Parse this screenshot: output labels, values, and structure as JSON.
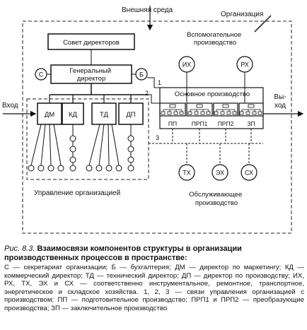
{
  "diagram": {
    "external_env": "Внешняя среда",
    "organization": "Организация",
    "board": "Совет директоров",
    "general_director": "Генеральный директор",
    "secretariat": "С",
    "accounting": "Б",
    "input": "Вход",
    "output": "Вы-ход",
    "auxiliary_production": "Вспомогательное производство",
    "main_production": "Основное производство",
    "management": "Управление организацией",
    "service_production": "Обслуживающее производство",
    "directors": [
      "ДМ",
      "КД",
      "ТД",
      "ДП"
    ],
    "stages": [
      "ПП",
      "ПРП1",
      "ПРП2",
      "ЗП"
    ],
    "aux_units": [
      "ИХ",
      "РХ"
    ],
    "service_units": [
      "ТХ",
      "ЭХ",
      "СХ"
    ],
    "links": [
      "1",
      "2",
      "3"
    ]
  },
  "caption": {
    "figure_no": "Рис. 8.3.",
    "title": "Взаимосвязи компонентов структуры в организации производственных процессов в пространстве:",
    "legend": "С — секретариат организации; Б — бухгалтерия; ДМ — директор по маркетингу; КД — коммерческий директор; ТД — технический директор; ДП — директор по производству; ИХ, РХ, ТХ, ЭХ и СХ — соответственно инструментальное, ремонтное, транспортное, энергетическое и складское хозяйства. 1, 2, 3 — связи управления организацией с производством; ПП — подготовительное производство; ПРП1 и ПРП2 — преобразующие производства; ЗП — заключительное производство"
  }
}
